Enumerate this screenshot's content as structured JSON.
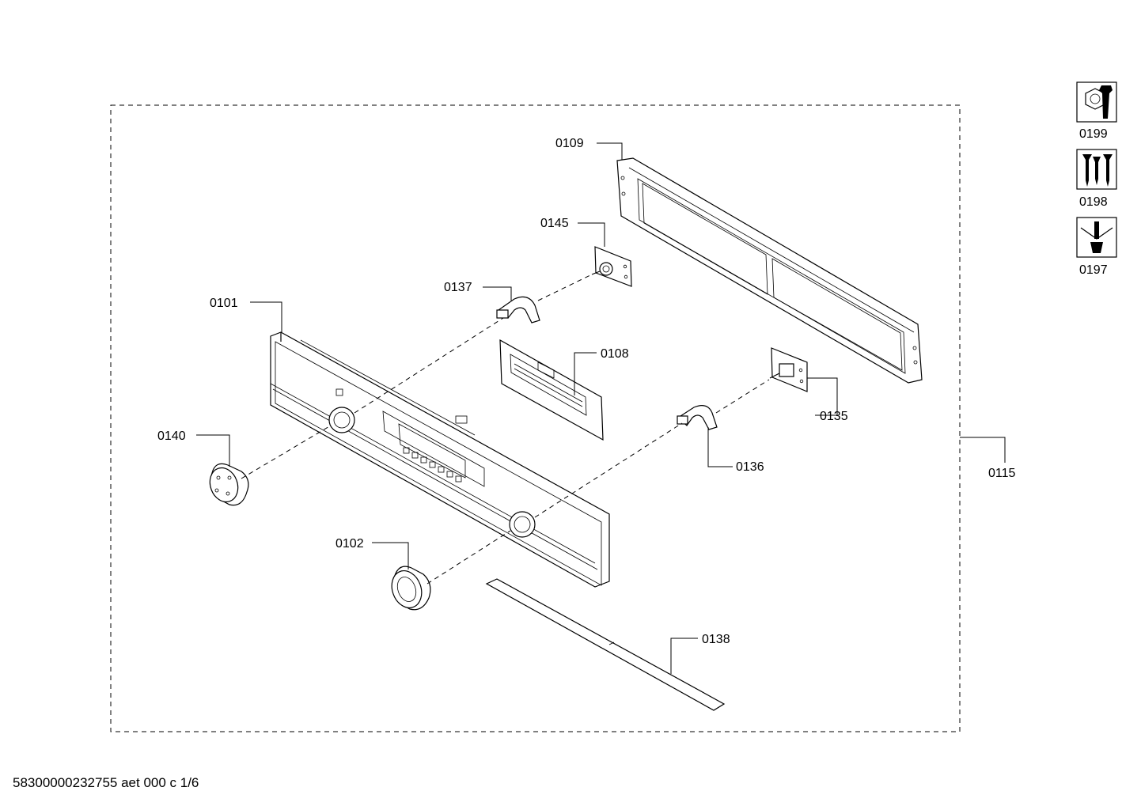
{
  "parts": {
    "p0109": "0109",
    "p0145": "0145",
    "p0137": "0137",
    "p0101": "0101",
    "p0108": "0108",
    "p0135": "0135",
    "p0140": "0140",
    "p0136": "0136",
    "p0115": "0115",
    "p0102": "0102",
    "p0138": "0138"
  },
  "legend": {
    "tools": "0199",
    "screws": "0198",
    "grease": "0197"
  },
  "icons": {
    "tools": "wrench-nut-icon",
    "screws": "screws-icon",
    "grease": "lubricant-icon"
  },
  "footer": "58300000232755 aet 000 c 1/6"
}
